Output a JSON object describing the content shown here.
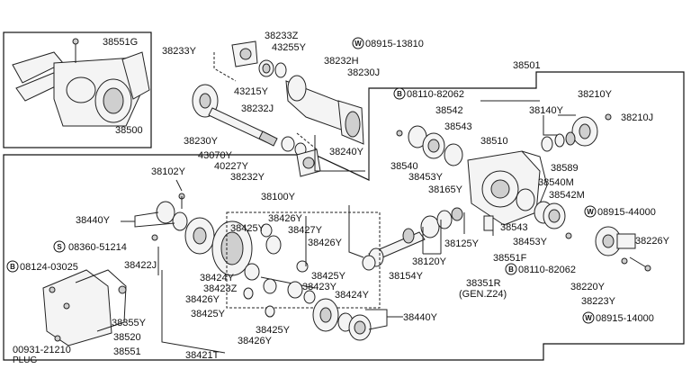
{
  "labels": {
    "p38551G": "38551G",
    "p38500": "38500",
    "p38233Y": "38233Y",
    "p38233Z": "38233Z",
    "p43255Y": "43255Y",
    "w08915_13810": "08915-13810",
    "p38232H": "38232H",
    "p38230J": "38230J",
    "p43215Y": "43215Y",
    "p38232J": "38232J",
    "p38230Y": "38230Y",
    "p43070Y": "43070Y",
    "p40227Y": "40227Y",
    "p38232Y": "38232Y",
    "p38240Y": "38240Y",
    "p38501": "38501",
    "b08110_82062_top": "08110-82062",
    "p38542": "38542",
    "p38543_top": "38543",
    "p38210Y": "38210Y",
    "p38140Y": "38140Y",
    "p38210J": "38210J",
    "p38510": "38510",
    "p38540": "38540",
    "p38453Y_top": "38453Y",
    "p38589": "38589",
    "p38165Y": "38165Y",
    "p38540M": "38540M",
    "p38542M": "38542M",
    "w08915_44000": "08915-44000",
    "p38102Y": "38102Y",
    "p38100Y": "38100Y",
    "p38440Y_top": "38440Y",
    "p38426Y_a": "38426Y",
    "p38425Y_a": "38425Y",
    "p38427Y": "38427Y",
    "p38426Y_b": "38426Y",
    "s08360_51214": "08360-51214",
    "p38422J": "38422J",
    "p38424Y_a": "38424Y",
    "p38423Z": "38423Z",
    "p38425Y_b": "38425Y",
    "p38426Y_c": "38426Y",
    "p38423Y": "38423Y",
    "p38424Y_b": "38424Y",
    "p38425Y_c": "38425Y",
    "p38425Y_d": "38425Y",
    "p38426Y_d": "38426Y",
    "p38440Y_bot": "38440Y",
    "b08124_03025": "08124-03025",
    "p38355Y": "38355Y",
    "p38520": "38520",
    "p38551": "38551",
    "p00931_21210": "00931-21210",
    "plug": "PLUG",
    "p38421T": "38421T",
    "p38120Y": "38120Y",
    "p38125Y": "38125Y",
    "p38154Y": "38154Y",
    "p38543_bot": "38543",
    "p38453Y_bot": "38453Y",
    "p38551F": "38551F",
    "p38351R": "38351R",
    "gen_z24": "(GEN.Z24)",
    "b08110_82062_bot": "08110-82062",
    "p38226Y": "38226Y",
    "p38220Y": "38220Y",
    "p38223Y": "38223Y",
    "w08915_14000": "08915-14000"
  },
  "symbols": {
    "w": "W",
    "b": "B",
    "s": "S"
  }
}
